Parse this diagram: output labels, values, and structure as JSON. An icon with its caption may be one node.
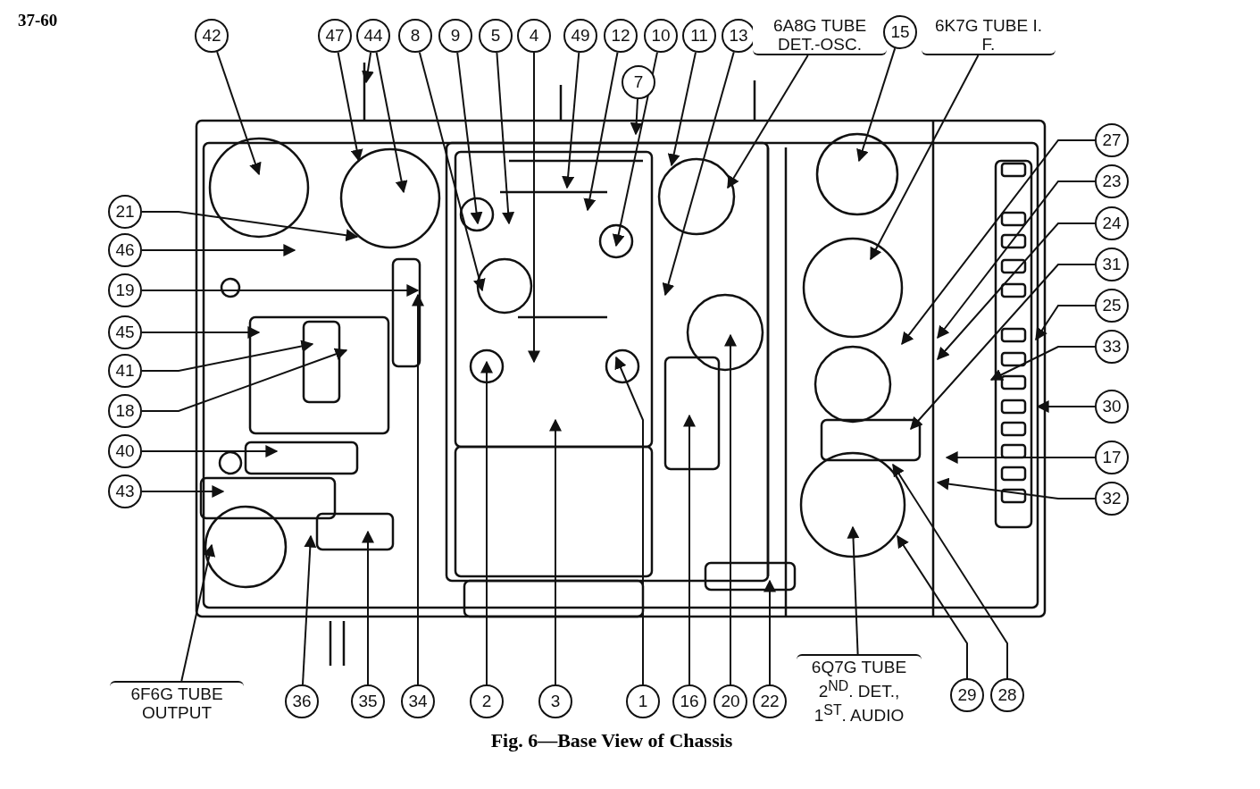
{
  "diagram": {
    "caption": "Fig. 6—Base View of Chassis",
    "nodes": [
      {
        "text": [
          "42"
        ]
      },
      {
        "text": [
          "47"
        ]
      },
      {
        "text": [
          "44"
        ]
      },
      {
        "text": [
          "8"
        ]
      },
      {
        "text": [
          "9"
        ]
      },
      {
        "text": [
          "5"
        ]
      },
      {
        "text": [
          "4"
        ]
      },
      {
        "text": [
          "49"
        ]
      },
      {
        "text": [
          "12"
        ]
      },
      {
        "text": [
          "10"
        ]
      },
      {
        "text": [
          "11"
        ]
      },
      {
        "text": [
          "13"
        ]
      },
      {
        "text": [
          "6A8G TUBE DET.-OSC."
        ]
      },
      {
        "text": [
          "15"
        ]
      },
      {
        "text": [
          "6K7G TUBE I. F."
        ]
      },
      {
        "text": [
          "7"
        ]
      },
      {
        "text": [
          "21"
        ]
      },
      {
        "text": [
          "46"
        ]
      },
      {
        "text": [
          "19"
        ]
      },
      {
        "text": [
          "45"
        ]
      },
      {
        "text": [
          "41"
        ]
      },
      {
        "text": [
          "18"
        ]
      },
      {
        "text": [
          "40"
        ]
      },
      {
        "text": [
          "43"
        ]
      },
      {
        "text": [
          "27"
        ]
      },
      {
        "text": [
          "23"
        ]
      },
      {
        "text": [
          "24"
        ]
      },
      {
        "text": [
          "31"
        ]
      },
      {
        "text": [
          "25"
        ]
      },
      {
        "text": [
          "33"
        ]
      },
      {
        "text": [
          "30"
        ]
      },
      {
        "text": [
          "17"
        ]
      },
      {
        "text": [
          "32"
        ]
      },
      {
        "text": [
          "6F6G TUBE OUTPUT"
        ]
      },
      {
        "text": [
          "36"
        ]
      },
      {
        "text": [
          "35"
        ]
      },
      {
        "text": [
          "34"
        ]
      },
      {
        "text": [
          "2"
        ]
      },
      {
        "text": [
          "3"
        ]
      },
      {
        "text": [
          "1"
        ]
      },
      {
        "text": [
          "16"
        ]
      },
      {
        "text": [
          "20"
        ]
      },
      {
        "text": [
          "22"
        ]
      },
      {
        "text": [
          "6Q7G TUBE 2$^{ND}$. DET., 1$^{ST}$. AUDIO"
        ]
      },
      {
        "text": [
          "29"
        ]
      },
      {
        "text": [
          "28"
        ]
      }
    ],
    "edges": [
      {
        "from": 0,
        "to": null,
        "arrow": "to"
      },
      {
        "from": 1,
        "to": null,
        "arrow": "to"
      },
      {
        "from": 2,
        "to": null,
        "arrow": "to"
      },
      {
        "from": 2,
        "to": null,
        "arrow": "to"
      },
      {
        "from": 3,
        "to": null,
        "arrow": "to"
      },
      {
        "from": 4,
        "to": null,
        "arrow": "to"
      },
      {
        "from": 5,
        "to": null,
        "arrow": "to"
      },
      {
        "from": 6,
        "to": null,
        "arrow": "to"
      },
      {
        "from": 7,
        "to": null,
        "arrow": "to"
      },
      {
        "from": 8,
        "to": null,
        "arrow": "to"
      },
      {
        "from": 9,
        "to": null,
        "arrow": "to"
      },
      {
        "from": 10,
        "to": null,
        "arrow": "to"
      },
      {
        "from": 11,
        "to": null,
        "arrow": "to"
      },
      {
        "from": 12,
        "to": null,
        "arrow": "to"
      },
      {
        "from": 13,
        "to": null,
        "arrow": "to"
      },
      {
        "from": 14,
        "to": null,
        "arrow": "to"
      },
      {
        "from": 15,
        "to": null,
        "arrow": "to"
      },
      {
        "from": 16,
        "to": null,
        "arrow": "to"
      },
      {
        "from": 17,
        "to": null,
        "arrow": "to"
      },
      {
        "from": 18,
        "to": null,
        "arrow": "to"
      },
      {
        "from": 19,
        "to": null,
        "arrow": "to"
      },
      {
        "from": 20,
        "to": null,
        "arrow": "to"
      },
      {
        "from": 21,
        "to": null,
        "arrow": "to"
      },
      {
        "from": 22,
        "to": null,
        "arrow": "to"
      },
      {
        "from": 23,
        "to": null,
        "arrow": "to"
      },
      {
        "from": 24,
        "to": null,
        "arrow": "to"
      },
      {
        "from": 25,
        "to": null,
        "arrow": "to"
      },
      {
        "from": 26,
        "to": null,
        "arrow": "to"
      },
      {
        "from": 27,
        "to": null,
        "arrow": "to"
      },
      {
        "from": 28,
        "to": null,
        "arrow": "to"
      },
      {
        "from": 29,
        "to": null,
        "arrow": "to"
      },
      {
        "from": 30,
        "to": null,
        "arrow": "to"
      },
      {
        "from": 31,
        "to": null,
        "arrow": "to"
      },
      {
        "from": 32,
        "to": null,
        "arrow": "to"
      },
      {
        "from": 33,
        "to": null,
        "arrow": "to"
      },
      {
        "from": 34,
        "to": null,
        "arrow": "to"
      },
      {
        "from": 35,
        "to": null,
        "arrow": "to"
      },
      {
        "from": 36,
        "to": null,
        "arrow": "to"
      },
      {
        "from": 37,
        "to": null,
        "arrow": "to"
      },
      {
        "from": 38,
        "to": null,
        "arrow": "to"
      },
      {
        "from": 39,
        "to": null,
        "arrow": "to"
      },
      {
        "from": 40,
        "to": null,
        "arrow": "to"
      },
      {
        "from": 41,
        "to": null,
        "arrow": "to"
      },
      {
        "from": 42,
        "to": null,
        "arrow": "to"
      },
      {
        "from": 43,
        "to": null,
        "arrow": "to"
      },
      {
        "from": 44,
        "to": null,
        "arrow": "to"
      },
      {
        "from": 45,
        "to": null,
        "arrow": "to"
      }
    ],
    "labels": [
      "37-60"
    ]
  }
}
